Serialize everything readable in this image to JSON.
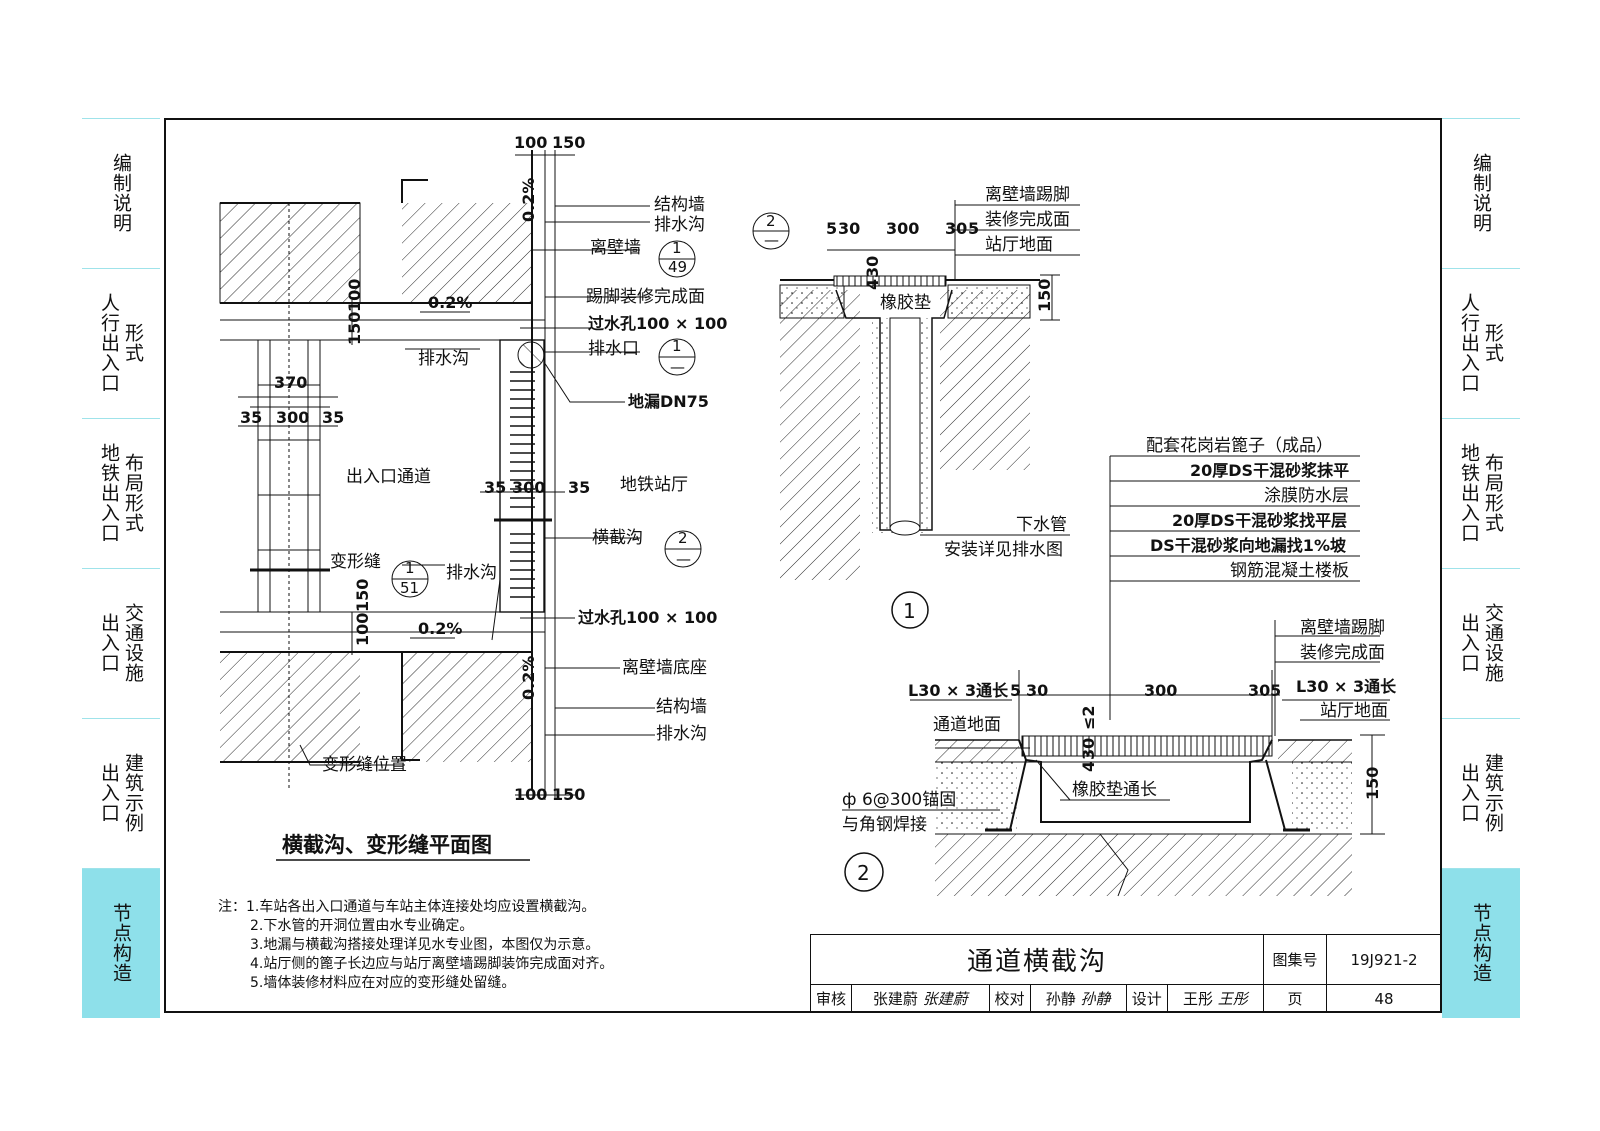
{
  "side_tabs": {
    "left": [
      {
        "cols": [
          "编制说明"
        ]
      },
      {
        "cols": [
          "人行出入口",
          "形式"
        ]
      },
      {
        "cols": [
          "地铁出入口",
          "布局形式"
        ]
      },
      {
        "cols": [
          "出入口",
          "交通设施"
        ]
      },
      {
        "cols": [
          "出入口",
          "建筑示例"
        ]
      },
      {
        "cols": [
          "节点构造"
        ],
        "active": true
      }
    ]
  },
  "plan": {
    "title": "横截沟、变形缝平面图",
    "dims": {
      "top_100": "100",
      "top_150": "150",
      "bottom_100": "100",
      "bottom_150": "150",
      "d370": "370",
      "d35a": "35",
      "d300": "300",
      "d35b": "35",
      "c35a": "35",
      "c300": "300",
      "c35b": "35",
      "v150": "150",
      "v100": "100",
      "v100b": "100",
      "v150b": "150"
    },
    "slope_a": "0.2%",
    "slope_b": "0.2%",
    "slope_c": "0.2%",
    "slope_d": "0.2%",
    "labels": {
      "jiegouqiang": "结构墙",
      "paishuigou": "排水沟",
      "libiqiang": "离壁墙",
      "tijiao": "踢脚装修完成面",
      "guoshuikong": "过水孔100 × 100",
      "paishuikou": "排水口",
      "dilou": "地漏DN75",
      "paishuigou_left": "排水沟",
      "tongdao": "出入口通道",
      "zhanting": "地铁站厅",
      "hengjiegou": "横截沟",
      "bianxingfeng": "变形缝",
      "paishuigou_mid": "排水沟",
      "guoshuikong_b": "过水孔100 × 100",
      "libiqiang_dizuo": "离壁墙底座",
      "jiegouqiang_b": "结构墙",
      "paishuigou_b": "排水沟",
      "bianxingfeng_weizhi": "变形缝位置"
    },
    "refs": {
      "r1": {
        "top": "1",
        "bottom": "49"
      },
      "r2": {
        "top": "1",
        "bottom": "—"
      },
      "r3": {
        "top": "2",
        "bottom": "—"
      },
      "r4": {
        "top": "1",
        "bottom": "51"
      }
    }
  },
  "detail1": {
    "ref": {
      "top": "2",
      "bottom": "—"
    },
    "dims": {
      "a": "5",
      "b": "30",
      "c": "300",
      "d": "30",
      "e": "5",
      "h": "150",
      "v30": "30",
      "v4": "4"
    },
    "labels": {
      "tijiao": "离壁墙踢脚",
      "zhuangxiu": "装修完成面",
      "dimian": "站厅地面",
      "xiangjiaodian": "橡胶垫",
      "xiashuiguan": "下水管",
      "anzhuang": "安装详见排水图"
    },
    "number": "1"
  },
  "layers": {
    "items": [
      "配套花岗岩篦子（成品）",
      "20厚DS干混砂浆抹平",
      "涂膜防水层",
      "20厚DS干混砂浆找平层",
      "DS干混砂浆向地漏找1%坡",
      "钢筋混凝土楼板"
    ]
  },
  "detail2": {
    "dims": {
      "a": "5",
      "b": "30",
      "c": "300",
      "d": "30",
      "e": "5",
      "h": "150",
      "le2": "≤2",
      "v30": "30",
      "v4": "4"
    },
    "labels": {
      "angle_left": "L30 × 3通长",
      "angle_right": "L30 × 3通长",
      "tijiao": "离壁墙踢脚",
      "zhuangxiu": "装修完成面",
      "tongdao": "通道地面",
      "zhanting": "站厅地面",
      "maogu": "ф 6@300锚固",
      "hanjie": "与角钢焊接",
      "xiangjiao": "橡胶垫通长"
    },
    "number": "2"
  },
  "notes": {
    "lines": [
      "注：1.车站各出入口通道与车站主体连接处均应设置横截沟。",
      "2.下水管的开洞位置由水专业确定。",
      "3.地漏与横截沟搭接处理详见水专业图，本图仅为示意。",
      "4.站厅侧的篦子长边应与站厅离壁墙踢脚装饰完成面对齐。",
      "5.墙体装修材料应在对应的变形缝处留缝。"
    ]
  },
  "title_block": {
    "title": "通道横截沟",
    "atlas_label": "图集号",
    "atlas_no": "19J921-2",
    "review": "审核",
    "reviewer": "张建蔚",
    "review_sig": "张建蔚",
    "check": "校对",
    "checker": "孙静",
    "check_sig": "孙静",
    "design": "设计",
    "designer": "王彤",
    "design_sig": "王彤",
    "page_label": "页",
    "page_no": "48"
  },
  "colors": {
    "tab_active": "#8ee0ea",
    "tab_line": "#9fe3ea",
    "ink": "#111111"
  }
}
